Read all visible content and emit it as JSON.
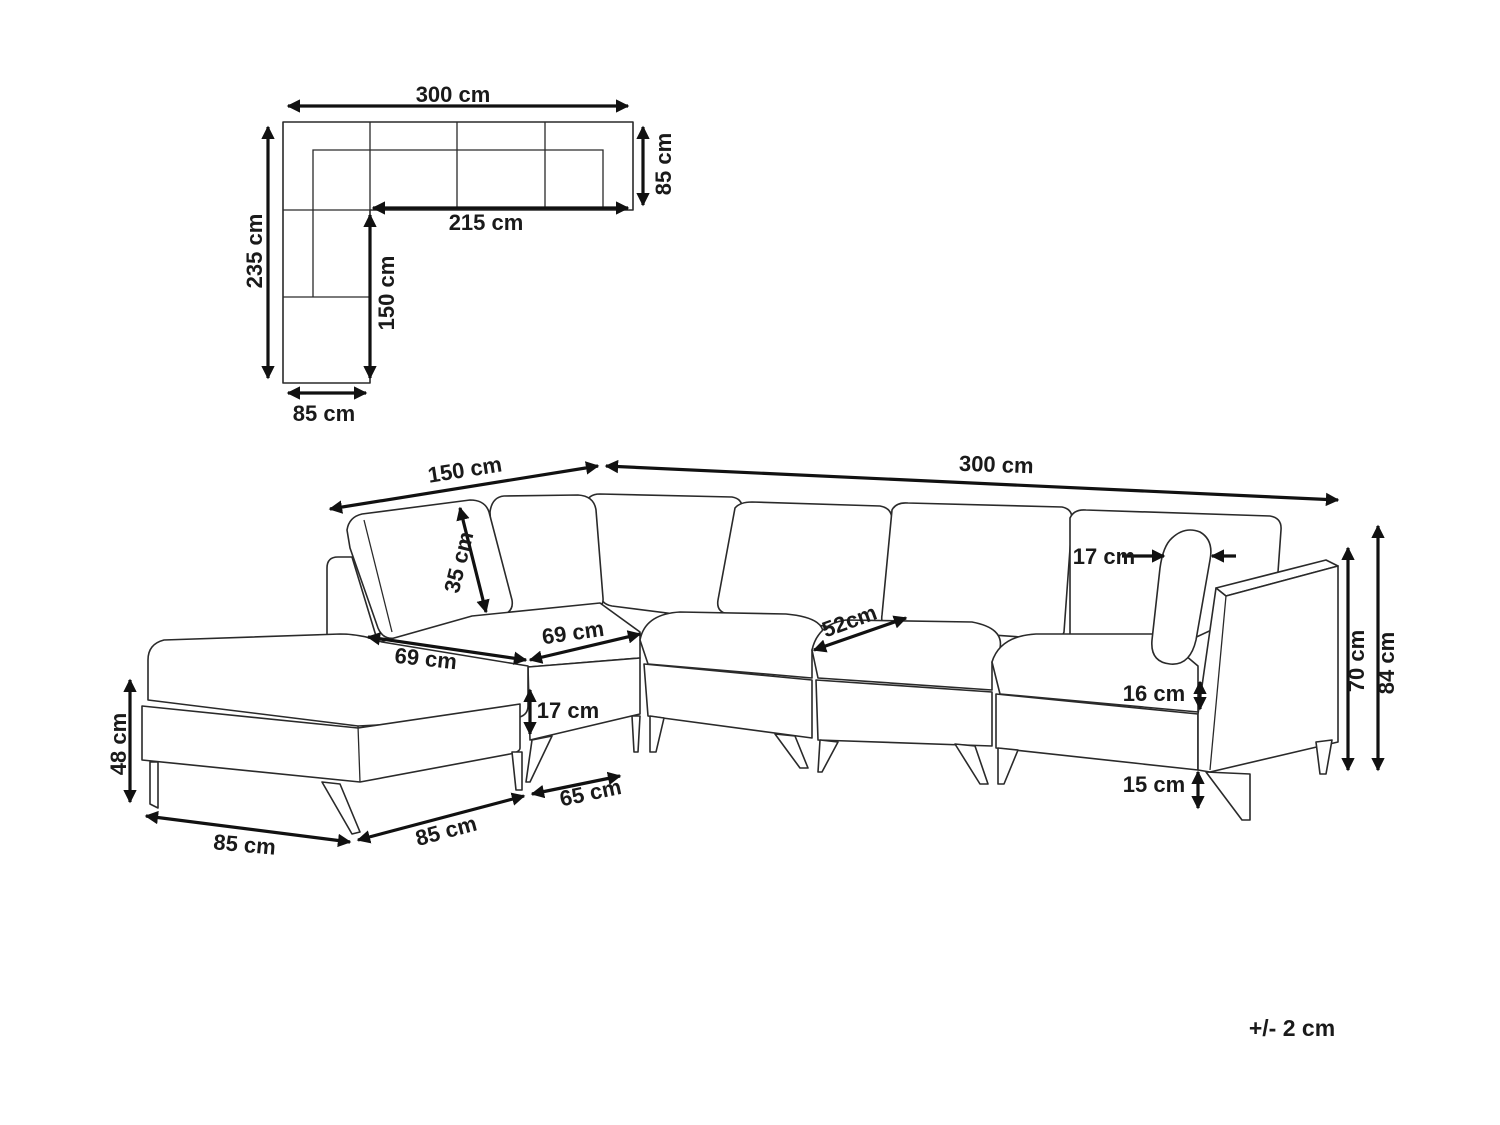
{
  "floor_plan": {
    "width_label": "300 cm",
    "depth_label": "85 cm",
    "inner_length_label": "215 cm",
    "total_length_label": "235 cm",
    "chaise_inner_label": "150 cm",
    "chaise_width_label": "85 cm"
  },
  "sofa": {
    "side_length_label": "150 cm",
    "total_width_label": "300 cm",
    "back_cushion_height_label": "35 cm",
    "armrest_width_label": "17 cm",
    "seat_depth_left_label": "69 cm",
    "seat_depth_right_label": "69 cm",
    "seat_width_label": "52cm",
    "seat_thickness_label": "16 cm",
    "ottoman_height_label": "48 cm",
    "base_height_label": "17 cm",
    "ottoman_width_label": "85 cm",
    "ottoman_depth_label": "85 cm",
    "module_depth_label": "65 cm",
    "leg_height_label": "15 cm",
    "seat_height_label": "70 cm",
    "back_height_label": "84 cm"
  },
  "tolerance_label": "+/- 2 cm"
}
